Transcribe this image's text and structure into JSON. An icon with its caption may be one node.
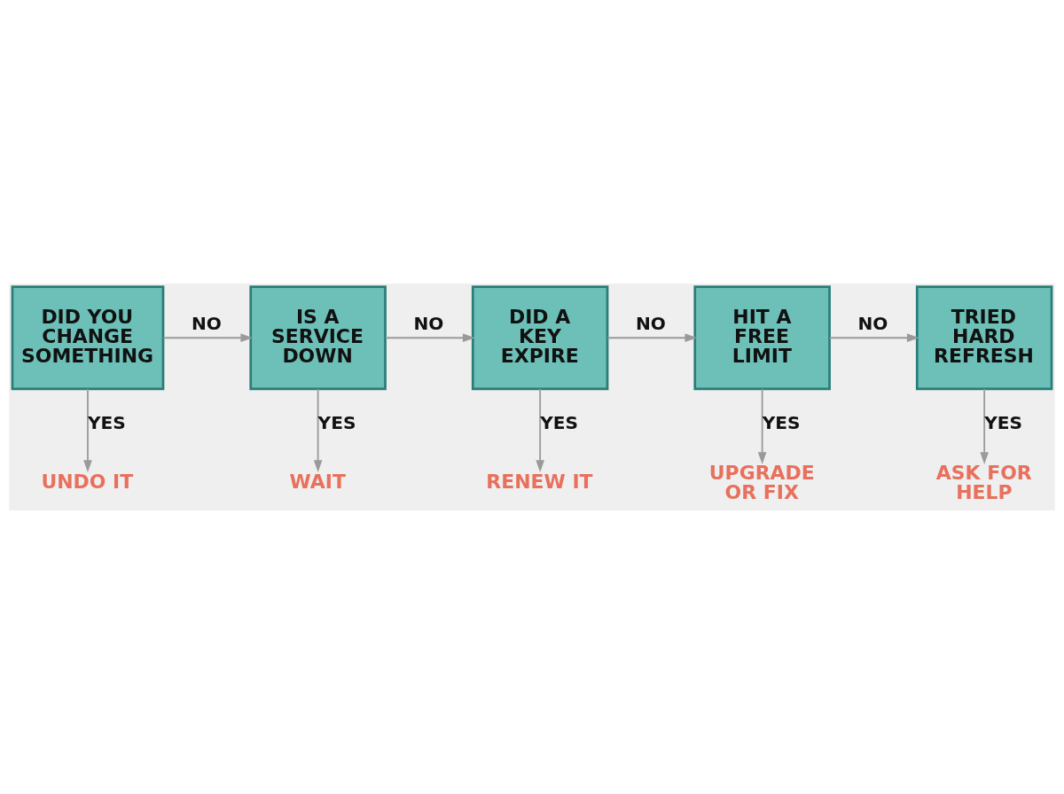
{
  "diagram": {
    "nodes": [
      {
        "text": [
          "DID YOU CHANGE SOMETHING"
        ]
      },
      {
        "text": [
          "IS A SERVICE DOWN"
        ]
      },
      {
        "text": [
          "DID A KEY EXPIRE"
        ]
      },
      {
        "text": [
          "HIT A FREE LIMIT"
        ]
      },
      {
        "text": [
          "TRIED HARD REFRESH"
        ]
      },
      {
        "text": [
          "UNDO IT"
        ]
      },
      {
        "text": [
          "WAIT"
        ]
      },
      {
        "text": [
          "RENEW IT"
        ]
      },
      {
        "text": [
          "UPGRADE OR FIX"
        ]
      },
      {
        "text": [
          "ASK FOR HELP"
        ]
      }
    ],
    "edges": [
      {
        "from": 0,
        "to": 1,
        "arrow": "to",
        "label": "NO"
      },
      {
        "from": 1,
        "to": 2,
        "arrow": "to",
        "label": "NO"
      },
      {
        "from": 2,
        "to": 3,
        "arrow": "to",
        "label": "NO"
      },
      {
        "from": 3,
        "to": 4,
        "arrow": "to",
        "label": "NO"
      },
      {
        "from": 0,
        "to": 5,
        "arrow": "to",
        "label": "YES"
      },
      {
        "from": 1,
        "to": 6,
        "arrow": "to",
        "label": "YES"
      },
      {
        "from": 2,
        "to": 7,
        "arrow": "to",
        "label": "YES"
      },
      {
        "from": 3,
        "to": 8,
        "arrow": "to",
        "label": "YES"
      },
      {
        "from": 4,
        "to": 9,
        "arrow": "to",
        "label": "YES"
      }
    ]
  }
}
